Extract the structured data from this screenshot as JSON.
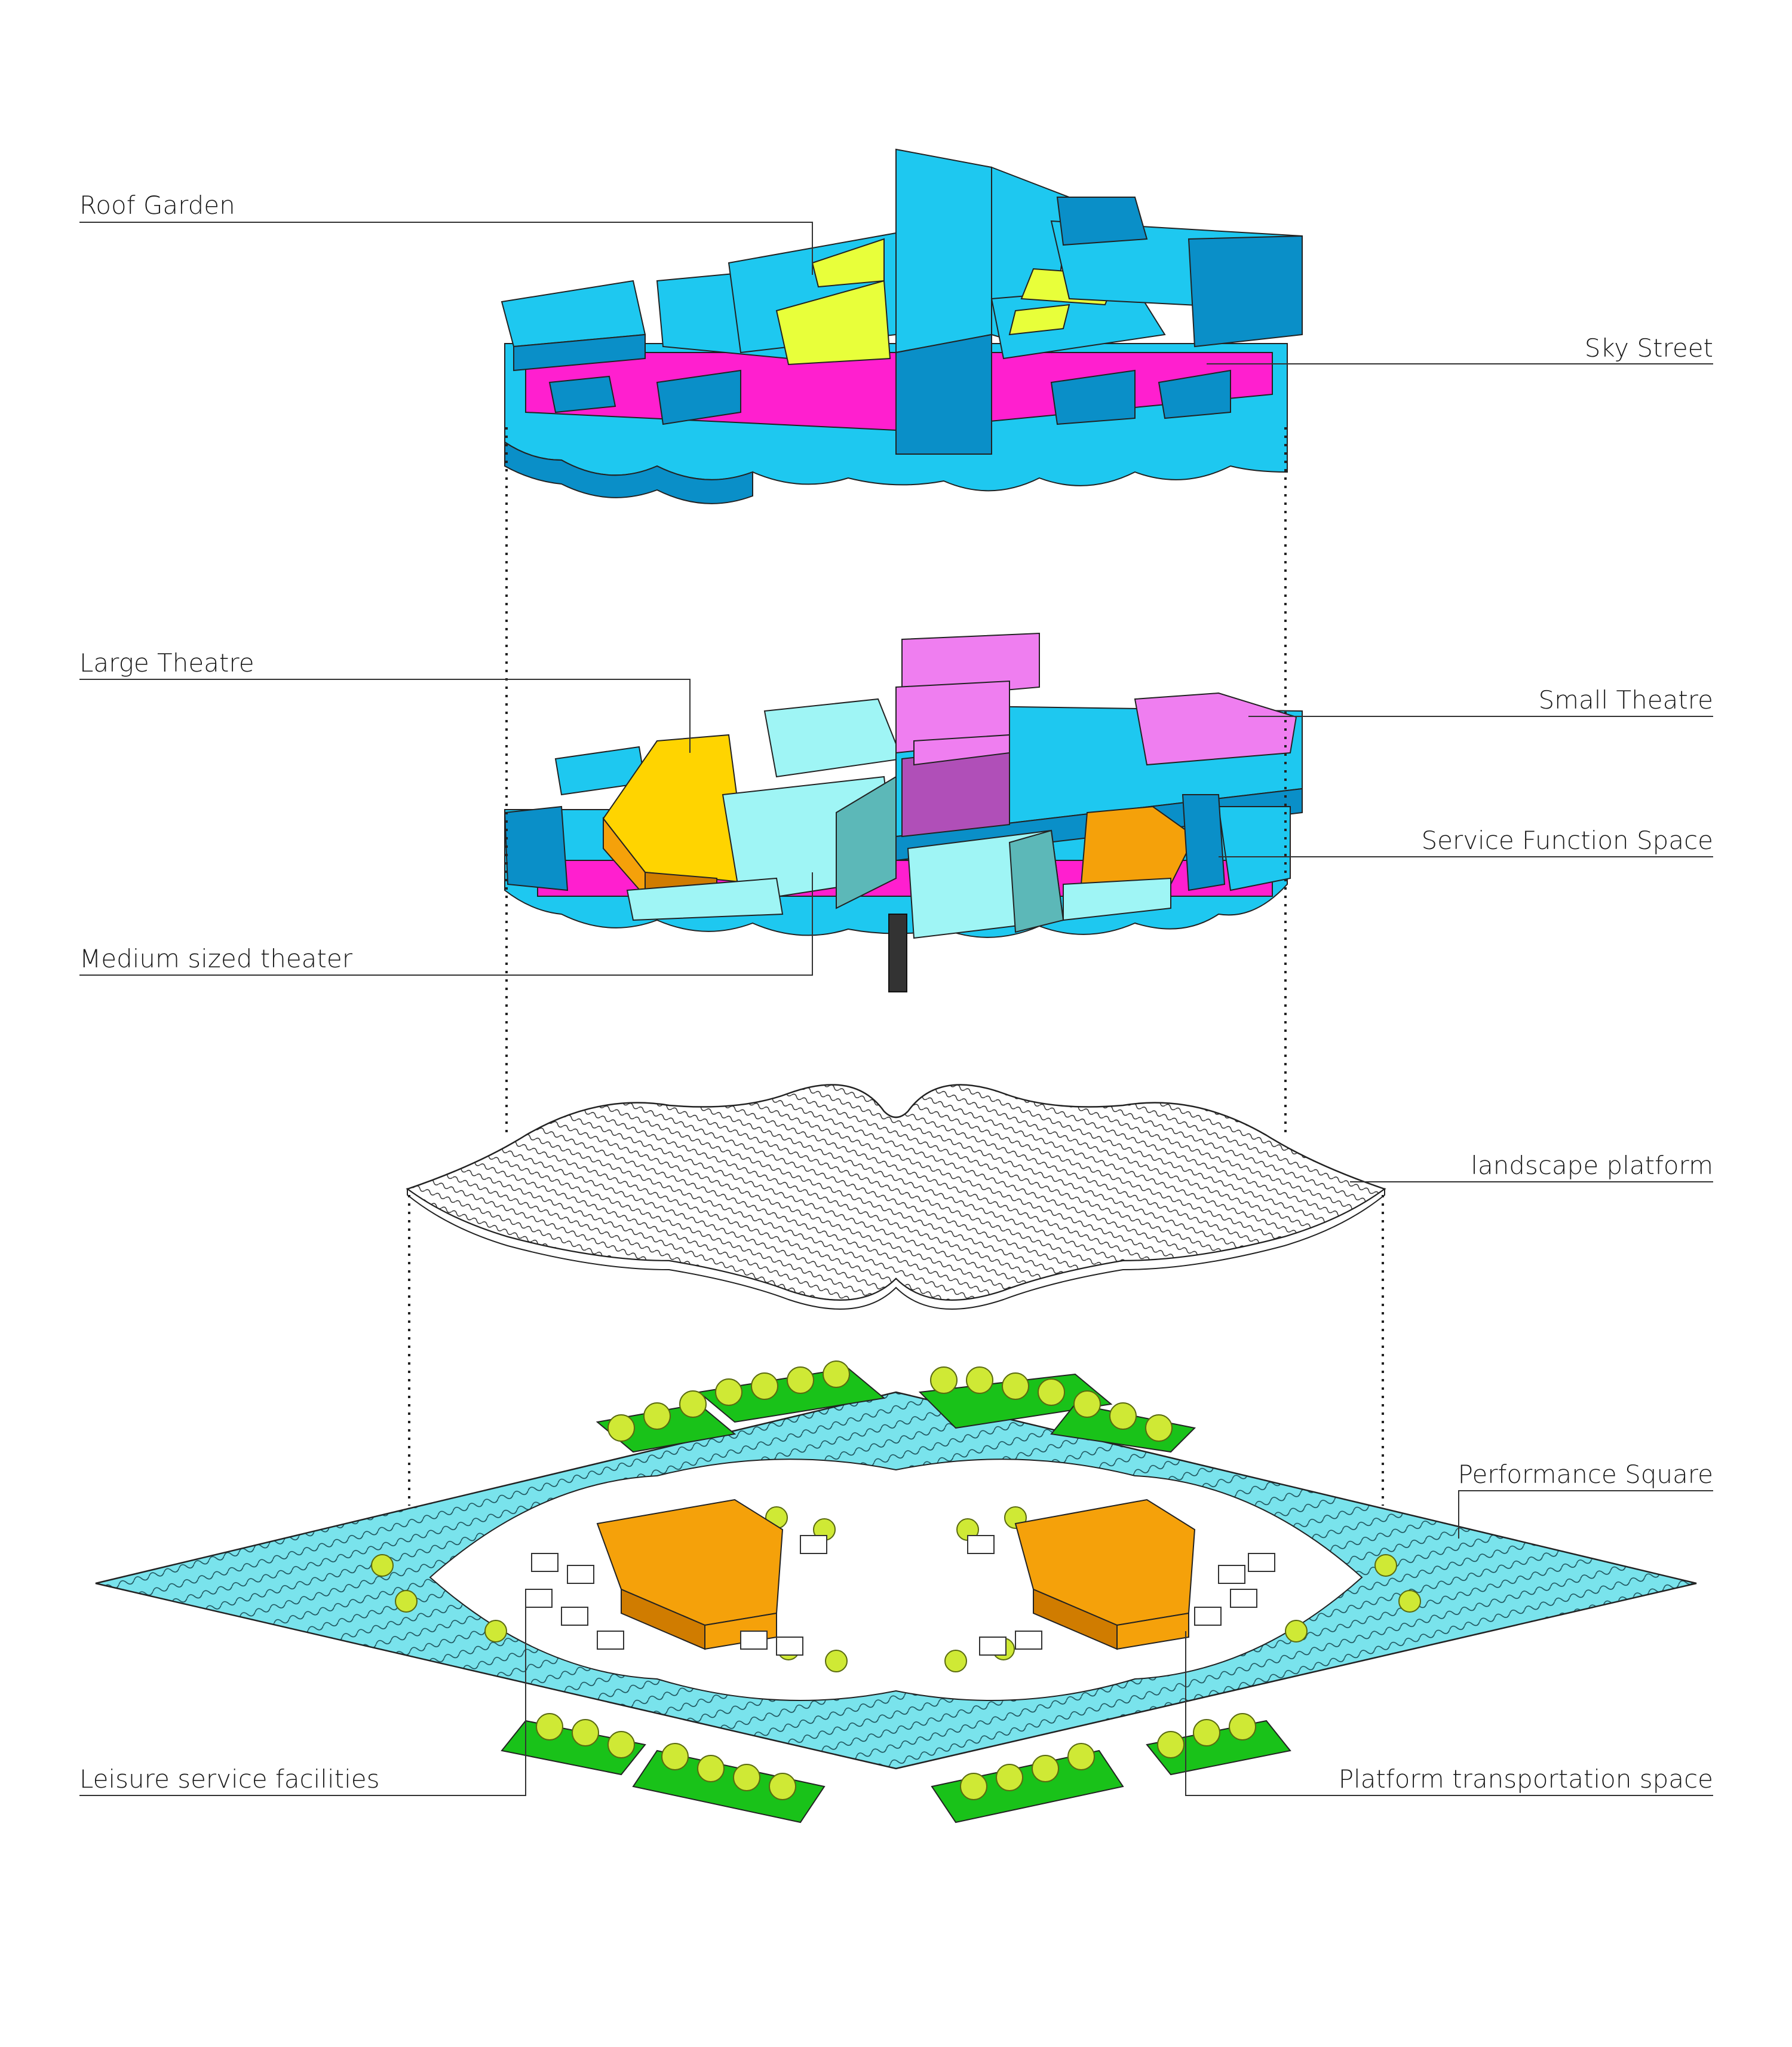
{
  "labels": {
    "roof_garden": "Roof Garden",
    "sky_street": "Sky Street",
    "large_theatre": "Large Theatre",
    "small_theatre": "Small Theatre",
    "service_function_space": "Service Function Space",
    "medium_sized_theater": "Medium sized theater",
    "landscape_platform": "landscape platform",
    "performance_square": "Performance Square",
    "leisure_service_facilities": "Leisure service facilities",
    "platform_transportation_space": "Platform transportation space"
  },
  "colors": {
    "cyan": "#1ec8f0",
    "cyan_dark": "#0a8fc8",
    "light_cyan": "#9ff5f5",
    "teal_dark": "#5cb8b8",
    "magenta": "#ff1fcf",
    "pink": "#ef7ef0",
    "pink_dark": "#b04fb8",
    "yellow": "#ffd400",
    "orange": "#f5a10a",
    "orange_dark": "#d07c00",
    "lime": "#e8ff3a",
    "green": "#19c219",
    "tree": "#cfe935",
    "water": "#6fe0ea"
  }
}
